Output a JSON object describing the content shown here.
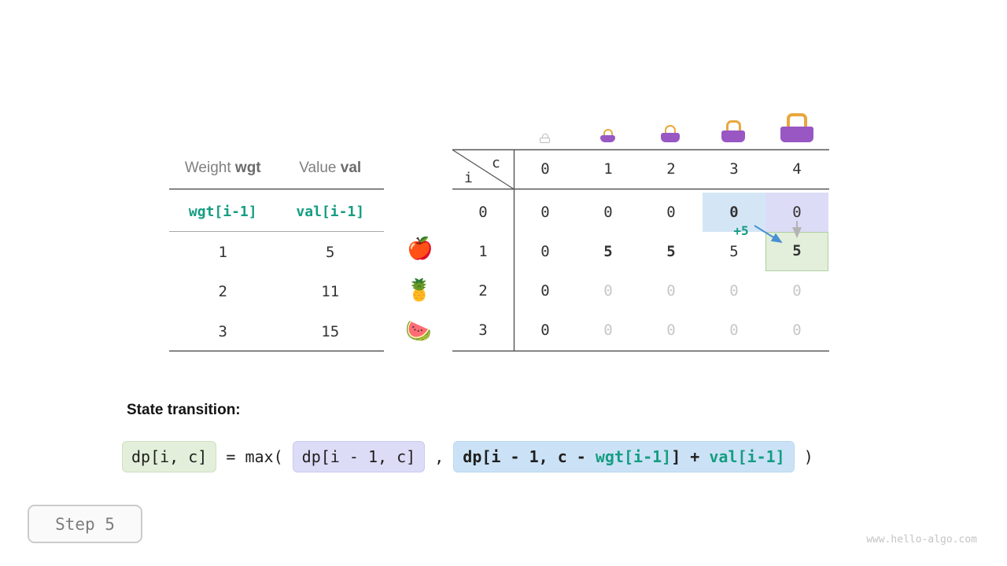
{
  "page": {
    "step_label": "Step 5",
    "watermark": "www.hello-algo.com"
  },
  "items_table": {
    "headers": [
      {
        "plain": "Weight ",
        "bold": "wgt"
      },
      {
        "plain": "Value ",
        "bold": "val"
      }
    ],
    "formula_row": {
      "weight": "wgt[i-1]",
      "value": "val[i-1]"
    },
    "rows": [
      {
        "weight": "1",
        "value": "5"
      },
      {
        "weight": "2",
        "value": "11"
      },
      {
        "weight": "3",
        "value": "15"
      }
    ]
  },
  "fruits": [
    {
      "name": "apple",
      "glyph": "🍎"
    },
    {
      "name": "pineapple",
      "glyph": "🍍"
    },
    {
      "name": "watermelon",
      "glyph": "🍉"
    }
  ],
  "dp_table": {
    "corner": {
      "col_var": "c",
      "row_var": "i"
    },
    "capacity_icons": [
      "empty-bag",
      "bag-xs",
      "bag-sm",
      "bag-md",
      "bag-lg"
    ],
    "col_headers": [
      "0",
      "1",
      "2",
      "3",
      "4"
    ],
    "row_headers": [
      "0",
      "1",
      "2",
      "3"
    ],
    "cells": [
      [
        "0",
        "0",
        "0",
        "0",
        "0"
      ],
      [
        "0",
        "5",
        "5",
        "5",
        "5"
      ],
      [
        "0",
        "0",
        "0",
        "0",
        "0"
      ],
      [
        "0",
        "0",
        "0",
        "0",
        "0"
      ]
    ],
    "annotation": "+5"
  },
  "transition": {
    "label": "State transition:",
    "lhs": "dp[i, c]",
    "equals": " = max( ",
    "option1": "dp[i - 1, c]",
    "comma": " , ",
    "option2_parts": [
      "dp[i - 1, c - ",
      "wgt[i-1]",
      "] + ",
      "val[i-1]"
    ],
    "close": " )"
  },
  "colors": {
    "teal": "#159d82",
    "highlight_blue": "#d4e6f6",
    "highlight_lavender": "#dcdcf7",
    "highlight_green": "#e3efda",
    "arrow_blue": "#4a90d2",
    "arrow_gray": "#b3b3b3",
    "bag_purple": "#9857c3",
    "bag_handle": "#e8a83e"
  }
}
